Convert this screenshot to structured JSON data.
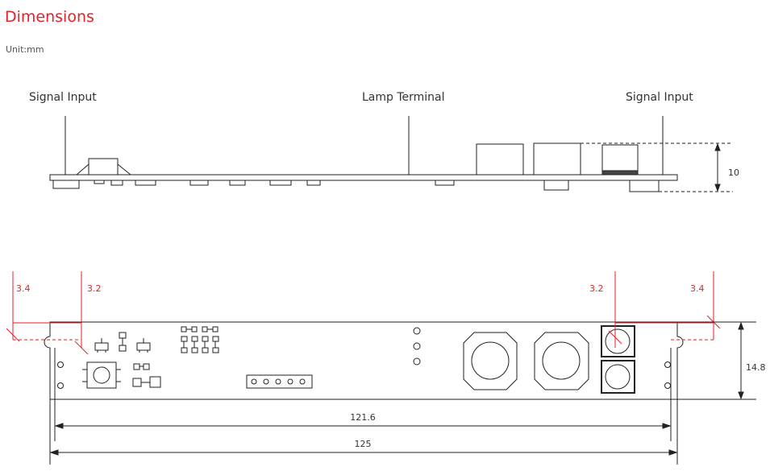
{
  "title": "Dimensions",
  "unit_label": "Unit:mm",
  "colors": {
    "accent": "#e3222a",
    "line": "#222222",
    "text": "#333333"
  },
  "side_view": {
    "labels": {
      "signal_input_left": "Signal Input",
      "lamp_terminal": "Lamp Terminal",
      "signal_input_right": "Signal Input"
    },
    "height_dim": "10"
  },
  "top_view": {
    "dims": {
      "width_inner": "121.6",
      "width_outer": "125",
      "height": "14.8",
      "hole_left_a": "3.4",
      "hole_left_b": "3.2",
      "hole_right_a": "3.2",
      "hole_right_b": "3.4"
    }
  }
}
